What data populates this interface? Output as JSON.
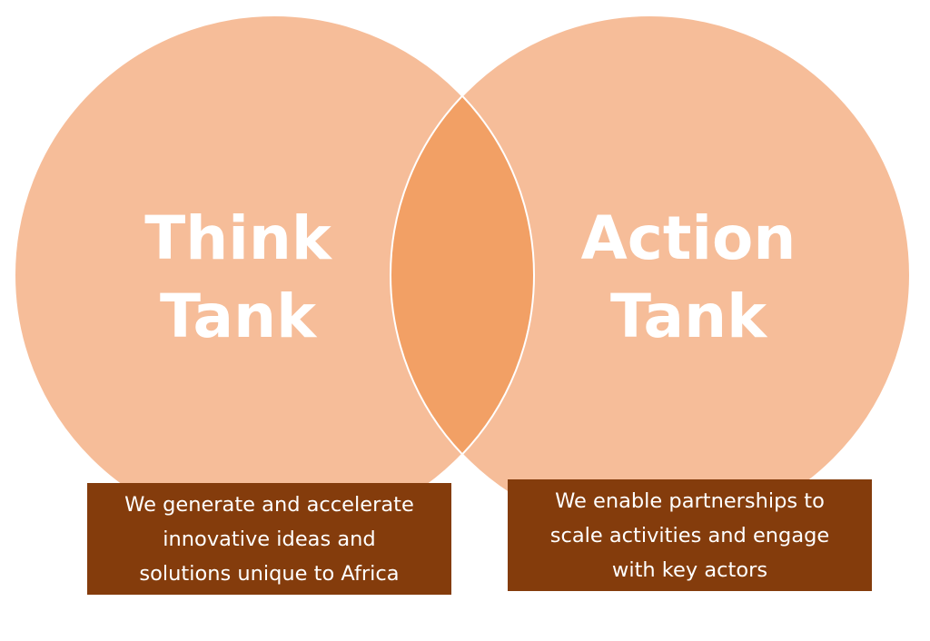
{
  "diagram": {
    "colors": {
      "circle_fill": "#f6bd99",
      "overlap_fill": "#f2a065",
      "outline": "#ffffff",
      "caption_bg": "#843c0c",
      "text": "#ffffff"
    },
    "left_circle": {
      "title_lines": [
        "Think",
        "Tank"
      ]
    },
    "right_circle": {
      "title_lines": [
        "Action",
        "Tank"
      ]
    },
    "left_caption": {
      "lines": [
        "We generate and accelerate",
        "innovative ideas and",
        "solutions unique to Africa"
      ]
    },
    "right_caption": {
      "lines": [
        "We enable partnerships to",
        "scale activities and engage",
        "with key actors"
      ]
    }
  }
}
